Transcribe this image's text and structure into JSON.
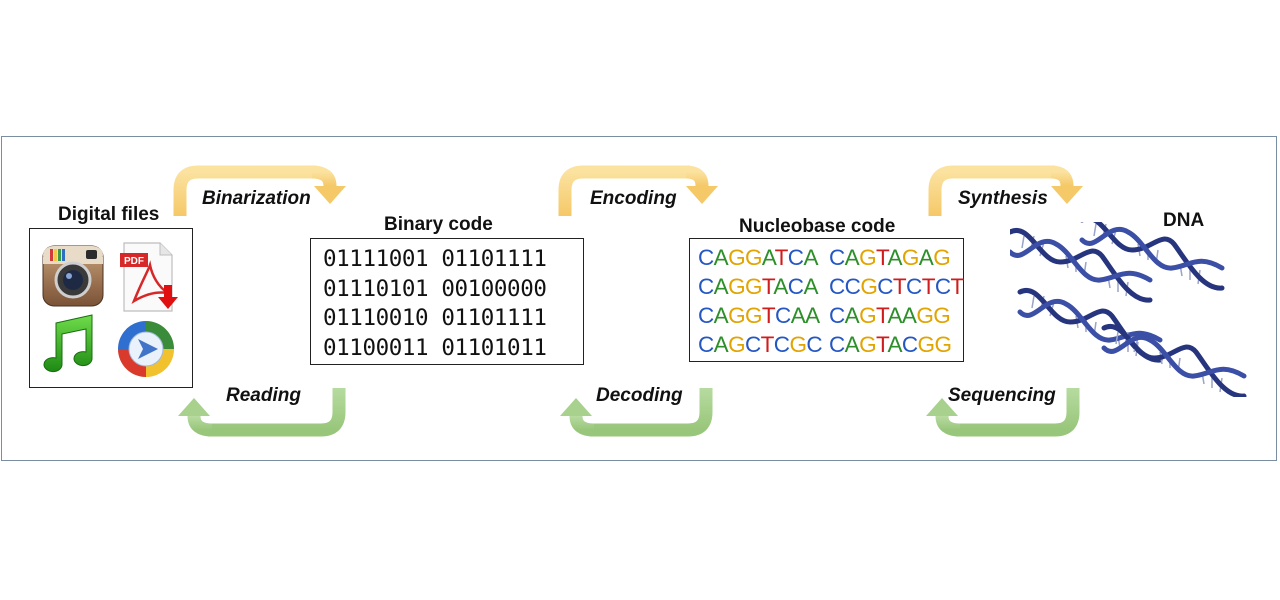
{
  "labels": {
    "digital_files": "Digital files",
    "binary_code": "Binary code",
    "nucleobase_code": "Nucleobase code",
    "dna": "DNA"
  },
  "steps": {
    "binarization": "Binarization",
    "encoding": "Encoding",
    "synthesis": "Synthesis",
    "reading": "Reading",
    "decoding": "Decoding",
    "sequencing": "Sequencing"
  },
  "icons": {
    "pdf_text": "PDF",
    "items": [
      "instagram-icon",
      "pdf-download-icon",
      "music-note-icon",
      "media-player-icon"
    ]
  },
  "binary_rows": [
    "01111001 01101111",
    "01110101 00100000",
    "01110010 01101111",
    "01100011 01101011"
  ],
  "nucleobase_rows": [
    [
      "CAGGATCA",
      "CAGTAGAG"
    ],
    [
      "CAGGTACA",
      "CCGCTCTCT"
    ],
    [
      "CAGGTCAA",
      "CAGTAAGG"
    ],
    [
      "CAGCTCGC",
      "CAGTACGG"
    ]
  ],
  "colors": {
    "forward_arrow": "#f7d27f",
    "backward_arrow": "#a9d18e",
    "frame_border": "#7a8ea3",
    "base_A": "#2c8f2a",
    "base_C": "#2457c4",
    "base_G": "#e2a400",
    "base_T": "#d01c1c",
    "dna_helix": "#2b3a8c"
  }
}
